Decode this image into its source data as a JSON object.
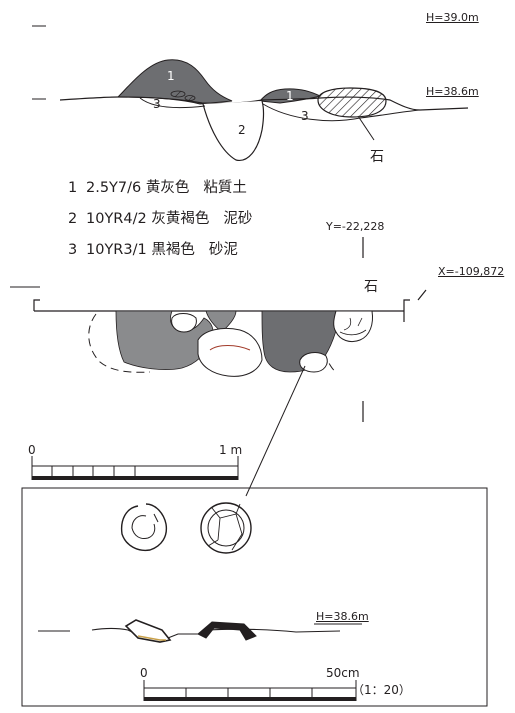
{
  "elevations": {
    "top": "H=39.0m",
    "section": "H=38.6m",
    "detail": "H=38.6m"
  },
  "coordinates": {
    "y": "Y=-22,228",
    "x": "X=-109,872"
  },
  "section_layers": [
    "1",
    "3",
    "2",
    "1",
    "3"
  ],
  "stone_label_section": "石",
  "stone_label_plan": "石",
  "legend": [
    {
      "num": "1",
      "color_code": "2.5Y7/6",
      "color_name": "黄灰色",
      "soil": "粘質土"
    },
    {
      "num": "2",
      "color_code": "10YR4/2",
      "color_name": "灰黄褐色",
      "soil": "泥砂"
    },
    {
      "num": "3",
      "color_code": "10YR3/1",
      "color_name": "黒褐色",
      "soil": "砂泥"
    }
  ],
  "scale_main": {
    "start": "0",
    "end": "1 m"
  },
  "scale_detail": {
    "start": "0",
    "end": "50cm",
    "ratio": "（1：20）"
  },
  "colors": {
    "ink": "#231f20",
    "fill_dark": "#6d6e71",
    "fill_mid": "#8a8b8d"
  }
}
